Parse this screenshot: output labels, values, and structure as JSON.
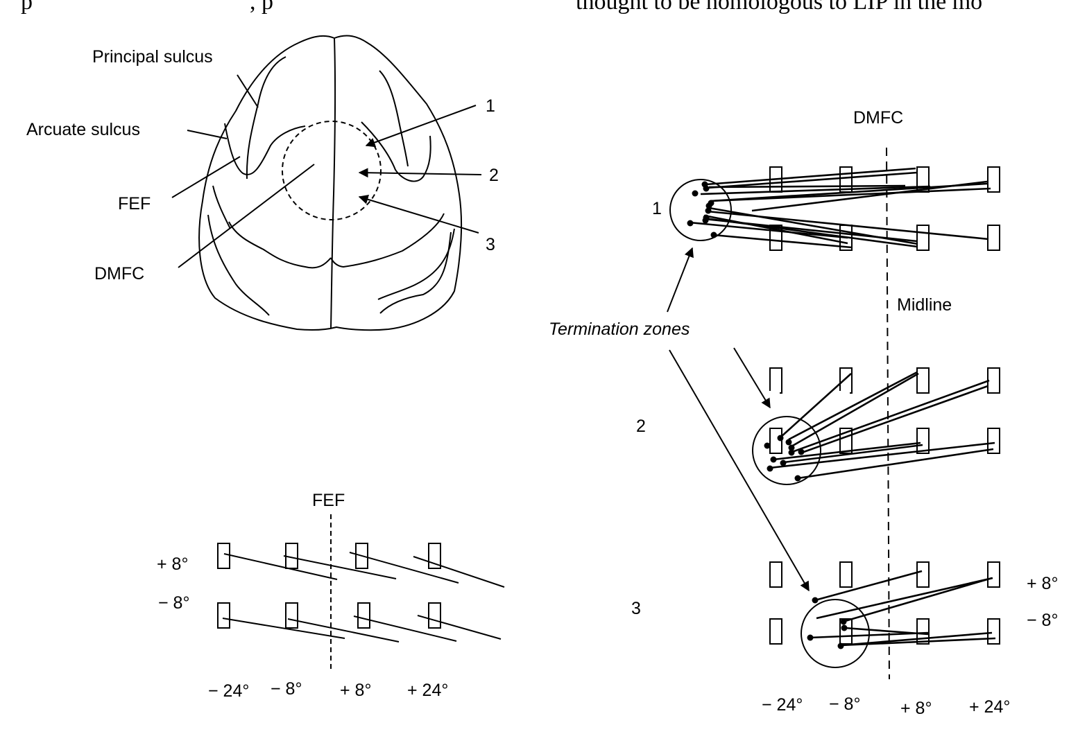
{
  "header_fragment": {
    "left": "p",
    "middle": ", p",
    "right": "thought to be homologous to LIP in the mo"
  },
  "brain": {
    "labels": {
      "principal_sulcus": "Principal sulcus",
      "arcuate_sulcus": "Arcuate sulcus",
      "fef": "FEF",
      "dmfc": "DMFC"
    },
    "sites": [
      "1",
      "2",
      "3"
    ]
  },
  "fef_panel": {
    "title": "FEF",
    "row_labels": [
      "+ 8°",
      "− 8°"
    ],
    "col_labels": [
      "− 24°",
      "− 8°",
      "+ 8°",
      "+ 24°"
    ]
  },
  "dmfc_panel": {
    "title": "DMFC",
    "midline_label": "Midline",
    "termination_label": "Termination zones",
    "site_labels": [
      "1",
      "2",
      "3"
    ],
    "row_labels": [
      "+ 8°",
      "− 8°"
    ],
    "col_labels": [
      "− 24°",
      "− 8°",
      "+ 8°",
      "+ 24°"
    ]
  },
  "colors": {
    "ink": "#000000",
    "background": "#ffffff"
  }
}
